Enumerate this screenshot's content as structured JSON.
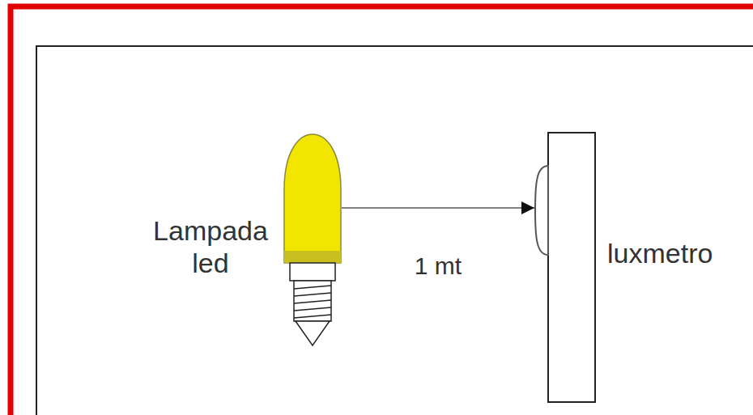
{
  "diagram": {
    "nodes": [
      {
        "text": [
          "Lampada led"
        ]
      },
      {
        "text": [
          "luxmetro"
        ]
      }
    ],
    "edges": [
      {
        "from": 0,
        "to": 1,
        "arrow": "to",
        "label": "1 mt"
      }
    ]
  }
}
